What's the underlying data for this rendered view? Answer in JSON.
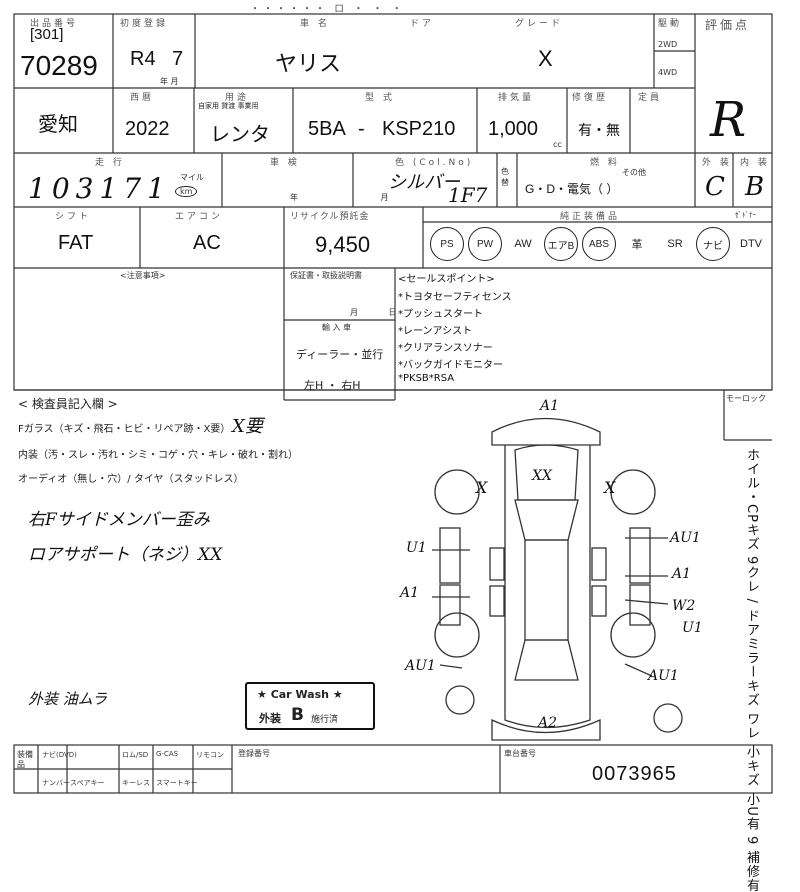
{
  "header": {
    "top_title": "・・・・・・ ロ ・ ・ ・",
    "lot_caption": "出品番号",
    "lane": "[301]",
    "lot_no": "70289",
    "reg_caption": "初度登録",
    "reg_era": "R4",
    "reg_month": "7",
    "reg_ym_unit": "年 月",
    "name_caption": "車 名",
    "car_name": "ヤリス",
    "door_caption": "ドア",
    "grade_caption": "グレード",
    "grade": "X",
    "drive_caption": "駆動",
    "drive_2wd": "2WD",
    "drive_4wd": "4WD",
    "score_caption": "評価点",
    "score": "R"
  },
  "row2": {
    "area": "愛知",
    "year_caption": "西暦",
    "year": "2022",
    "use_caption": "用途",
    "use_sub": "自家用 貸渡 事業用",
    "use": "レンタ",
    "model_caption": "型 式",
    "model_prefix": "5BA",
    "model_dash": "-",
    "model": "KSP210",
    "cc_caption": "排気量",
    "cc": "1,000",
    "cc_unit": "cc",
    "repair_caption": "修復歴",
    "repair": "有・無",
    "capacity_caption": "定員"
  },
  "row3": {
    "mileage_caption": "走 行",
    "mileage": "103171",
    "mileage_unit_mile": "マイル",
    "mileage_unit_km": "km",
    "shaken_caption": "車 検",
    "shaken_sub": "年 月",
    "color_caption": "色 (Col.No)",
    "color": "シルバー",
    "color_no": "1F7",
    "color_side": "色 替",
    "fuel_caption": "燃 料",
    "fuel": "G・D・電気（ ）",
    "fuel_other": "その他",
    "exterior_caption": "外 装",
    "exterior": "C",
    "interior_caption": "内 装",
    "interior": "B"
  },
  "row4": {
    "shift_caption": "シフト",
    "shift": "FAT",
    "ac_caption": "エアコン",
    "ac": "AC",
    "recycle_caption": "リサイクル預託金",
    "recycle": "9,450",
    "equip_caption": "純正装備品",
    "equip_extra": "ｾﾞﾄﾞﾅｰ",
    "equip": [
      {
        "label": "PS",
        "on": true
      },
      {
        "label": "PW",
        "on": true
      },
      {
        "label": "AW",
        "on": false
      },
      {
        "label": "エアB",
        "on": true
      },
      {
        "label": "ABS",
        "on": true
      },
      {
        "label": "革",
        "on": false
      },
      {
        "label": "SR",
        "on": false
      },
      {
        "label": "ナビ",
        "on": true
      },
      {
        "label": "DTV",
        "on": false
      }
    ]
  },
  "notes": {
    "caution_caption": "<注意事項>",
    "warranty_caption": "保証書・取扱説明書",
    "warranty_sub": "月 日",
    "import_caption": "輸 入 車",
    "dealer": "ディーラー・並行",
    "steering": "左H ・ 右H",
    "sales_caption": "<セールスポイント>",
    "sales_points": [
      "*トヨタセーフティセンス",
      "*プッシュスタート",
      "*レーンアシスト",
      "*クリアランスソナー",
      "*バックガイドモニター",
      "*PKSB*RSA"
    ]
  },
  "inspector": {
    "title": "< 検査員記入欄 >",
    "glass": "Fガラス（キズ・飛石・ヒビ・リペア跡・X要）",
    "interior": "内装（汚・スレ・汚れ・シミ・コゲ・穴・キレ・破れ・割れ）",
    "audio": "オーディオ（無し・穴）/ タイヤ（スタッドレス）",
    "hand1": "右Fサイドメンバー歪み",
    "hand2": "ロアサポート（ネジ）XX",
    "hand3": "外装 油ムラ",
    "glass_mark": "X要"
  },
  "diagram": {
    "corner_caption": "モーロック",
    "marks": {
      "front": "A1",
      "rear": "A2",
      "hood": "XX",
      "lf_tire": "X",
      "rf_tire": "X",
      "left1": "U1",
      "left2": "A1",
      "left3": "AU1",
      "right1": "AU1",
      "right2": "A1",
      "right3": "W2",
      "right3b": "U1",
      "right4": "AU1"
    },
    "side_note": "ホイル・CPキズ 9クレ / ドアミラーキズ ワレ 小キズ 小U有 9 補修有"
  },
  "carwash": {
    "title": "★ Car Wash ★",
    "exterior": "外装",
    "grade": "B",
    "done": "施行済"
  },
  "footer": {
    "kit_caption": "装備品",
    "kit_row1": [
      "ナビ(DVD)",
      "ロム/SD",
      "G-CAS",
      "リモコン"
    ],
    "kit_row2": [
      "ナンバー",
      "スペアキー",
      "キーレス",
      "スマートキー"
    ],
    "reg_no_caption": "登録番号",
    "frame_caption": "車台番号",
    "frame_no": "0073965"
  }
}
